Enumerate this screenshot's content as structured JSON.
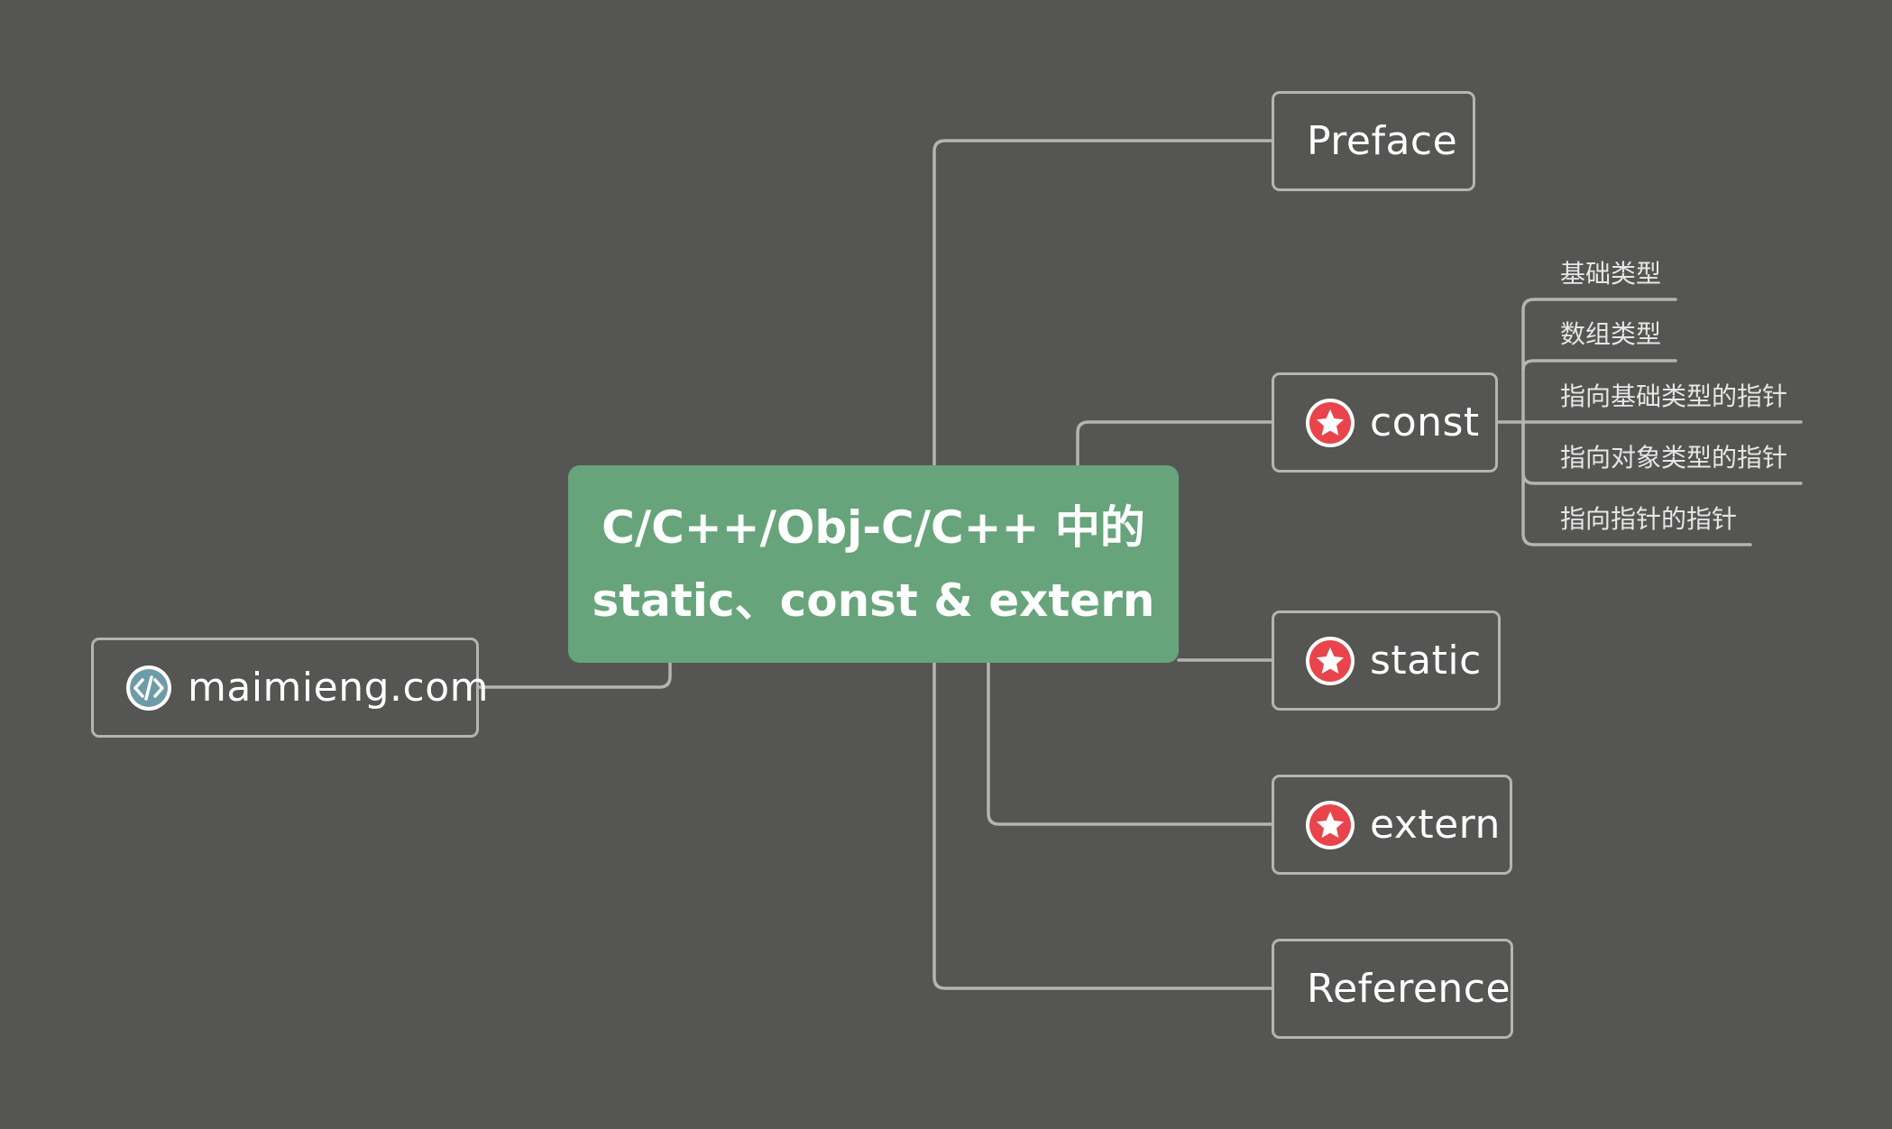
{
  "central": {
    "line1": "C/C++/Obj-C/C++ 中的",
    "line2": "static、const & extern"
  },
  "website": {
    "label": "maimieng.com",
    "icon": "code-icon"
  },
  "branches": {
    "preface": {
      "label": "Preface"
    },
    "const": {
      "label": "const",
      "icon": "star-icon"
    },
    "static": {
      "label": "static",
      "icon": "star-icon"
    },
    "extern": {
      "label": "extern",
      "icon": "star-icon"
    },
    "reference": {
      "label": "Reference"
    }
  },
  "const_children": [
    "基础类型",
    "数组类型",
    "指向基础类型的指针",
    "指向对象类型的指针",
    "指向指针的指针"
  ],
  "colors": {
    "background": "#555653",
    "central": "#67a47b",
    "connector": "#b4b4b2",
    "star": "#e9444b"
  }
}
